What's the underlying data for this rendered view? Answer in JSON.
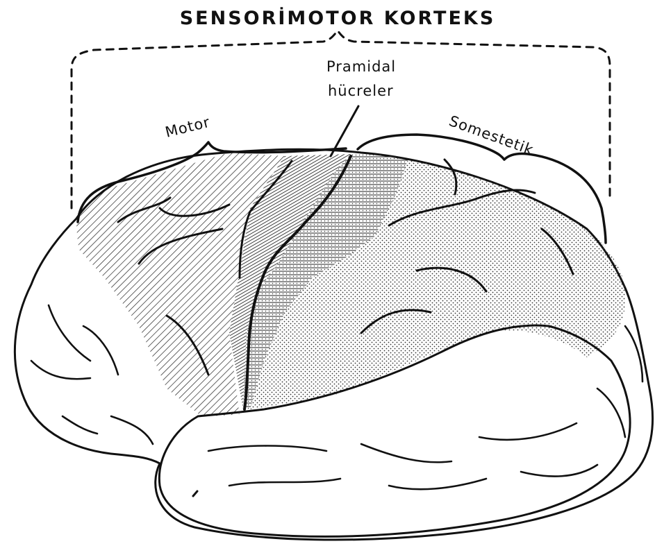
{
  "title": "SENSORİMOTOR KORTEKS",
  "labels": {
    "motor": "Motor",
    "somestetik": "Somestetik",
    "pyramidal_line1": "Pramidal",
    "pyramidal_line2": "hücreler"
  },
  "colors": {
    "ink": "#111111",
    "background": "#ffffff"
  }
}
